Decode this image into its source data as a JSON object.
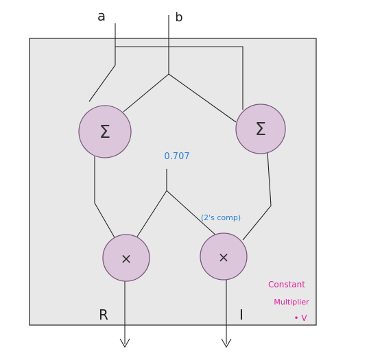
{
  "inputs": {
    "a": "a",
    "b": "b"
  },
  "adders": [
    {
      "symbol": "Σ"
    },
    {
      "symbol": "Σ"
    }
  ],
  "multipliers": [
    {
      "symbol": "×"
    },
    {
      "symbol": "×"
    }
  ],
  "constant": {
    "value": "0.707",
    "note": "(2's comp)"
  },
  "outputs": {
    "real": "R",
    "imag": "I"
  },
  "annotation": {
    "line1": "Constant",
    "line2": "Multiplier",
    "marker": "• V"
  },
  "colors": {
    "box_fill": "#e8e8e8",
    "node_fill": "#dcc6dc",
    "node_stroke": "#7a5a7a",
    "wire": "#222222",
    "constant": "#2a7fd4",
    "annotation": "#e0209a"
  }
}
